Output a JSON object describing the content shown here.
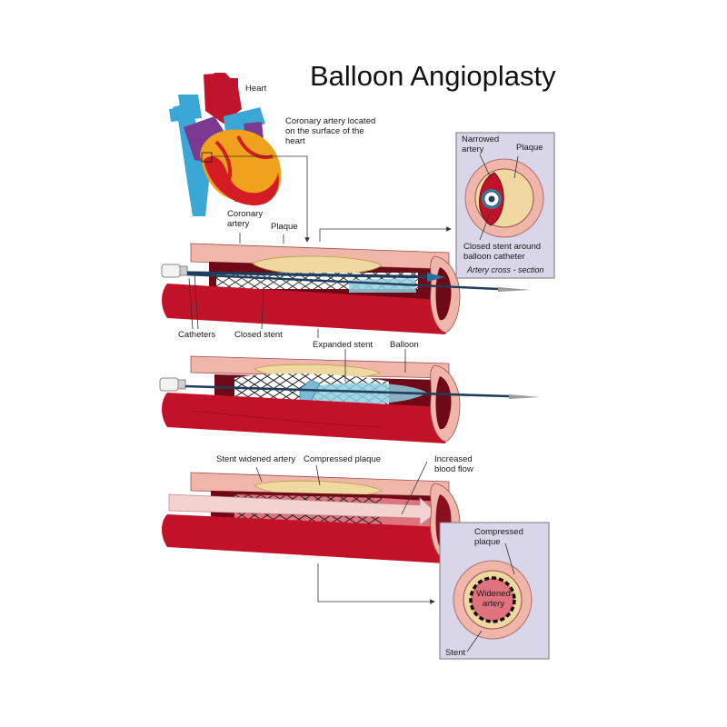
{
  "title": "Balloon Angioplasty",
  "labels": {
    "heart": "Heart",
    "coronary_note": "Coronary artery located on the surface of the heart",
    "coronary_artery": "Coronary artery",
    "plaque": "Plaque",
    "catheters": "Catheters",
    "closed_stent": "Closed stent",
    "expanded_stent": "Expanded stent",
    "balloon": "Balloon",
    "stent_widened_artery": "Stent widened artery",
    "compressed_plaque": "Compressed plaque",
    "increased_blood_flow": "Increased blood flow"
  },
  "cross_section_1": {
    "narrowed_artery": "Narrowed artery",
    "plaque": "Plaque",
    "closed_stent": "Closed stent around balloon catheter",
    "caption": "Artery cross - section"
  },
  "cross_section_2": {
    "compressed_plaque": "Compressed plaque",
    "widened_artery": "Widened artery",
    "stent": "Stent"
  },
  "colors": {
    "artery_red": "#c2122a",
    "artery_dark": "#6e0a17",
    "artery_wall_pink": "#f1b6aa",
    "plaque": "#efd9a0",
    "balloon": "#8fcfe0",
    "cross_section_bg": "#d9d6ea"
  }
}
